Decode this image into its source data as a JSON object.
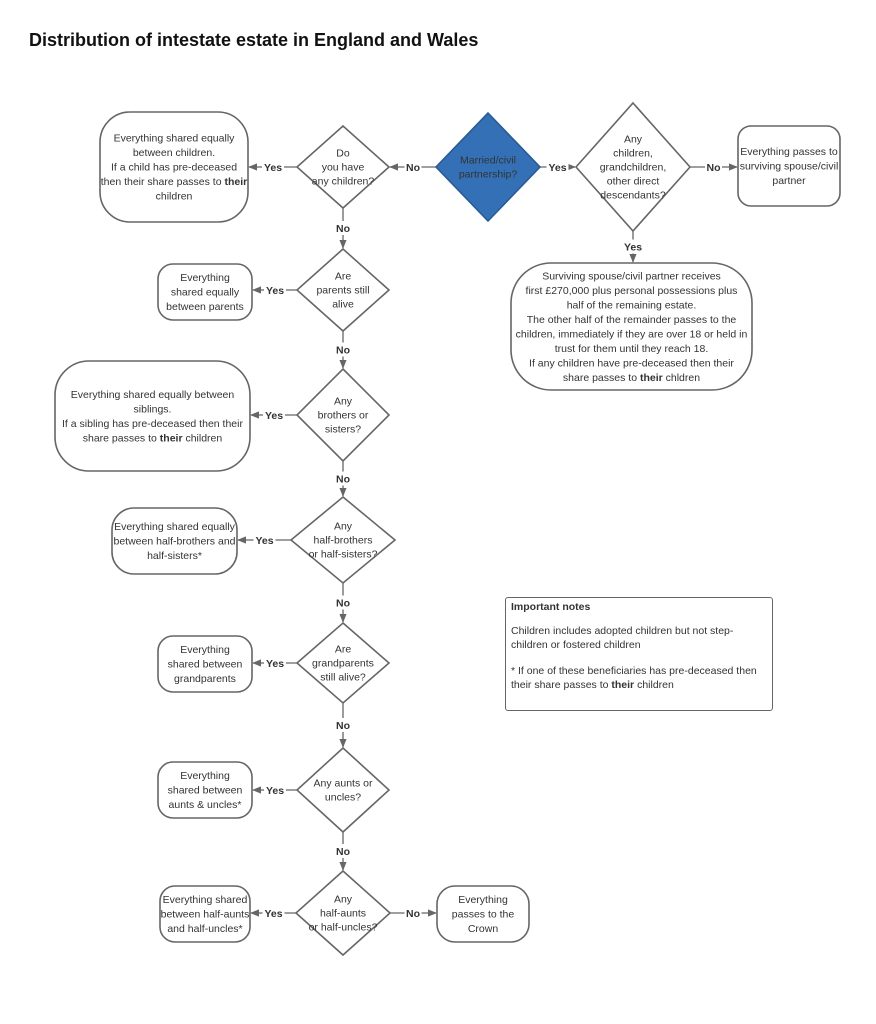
{
  "title": "Distribution of intestate estate in England and Wales",
  "colors": {
    "start_fill": "#3470b5",
    "line": "#666666"
  },
  "start": {
    "lines": [
      "Married/civil",
      "partnership?"
    ]
  },
  "questions": [
    {
      "id": "children",
      "lines": [
        "Do",
        "you have",
        "any children?"
      ]
    },
    {
      "id": "parents",
      "lines": [
        "Are",
        "parents still",
        "alive"
      ]
    },
    {
      "id": "siblings",
      "lines": [
        "Any",
        "brothers or",
        "sisters?"
      ]
    },
    {
      "id": "half-siblings",
      "lines": [
        "Any",
        "half-brothers",
        "or half-sisters?"
      ]
    },
    {
      "id": "grandparents",
      "lines": [
        "Are",
        "grandparents",
        "still alive?"
      ]
    },
    {
      "id": "aunts-uncles",
      "lines": [
        "Any aunts or",
        "uncles?"
      ]
    },
    {
      "id": "half-aunts",
      "lines": [
        "Any",
        "half-aunts",
        "or half-uncles?"
      ]
    },
    {
      "id": "descendants",
      "lines": [
        "Any",
        "children,",
        "grandchildren,",
        "other direct",
        "descendants?"
      ]
    }
  ],
  "outcomes": [
    {
      "id": "children",
      "lines": [
        "Everything shared equally",
        "between children.",
        "If a child has pre-deceased",
        "then their share passes to |their|",
        "children"
      ]
    },
    {
      "id": "parents",
      "lines": [
        "Everything",
        "shared equally",
        "between parents"
      ]
    },
    {
      "id": "siblings",
      "lines": [
        "Everything shared equally between",
        "siblings.",
        "If a sibling has pre-deceased then their",
        "share passes to |their| children"
      ]
    },
    {
      "id": "half-siblings",
      "lines": [
        "Everything shared equally",
        "between half-brothers and",
        "half-sisters*"
      ]
    },
    {
      "id": "grandparents",
      "lines": [
        "Everything",
        "shared between",
        "grandparents"
      ]
    },
    {
      "id": "aunts-uncles",
      "lines": [
        "Everything",
        "shared between",
        "aunts & uncles*"
      ]
    },
    {
      "id": "half-aunts",
      "lines": [
        "Everything shared",
        "between half-aunts",
        "and half-uncles*"
      ]
    },
    {
      "id": "crown",
      "lines": [
        "Everything",
        "passes to the",
        "Crown"
      ]
    },
    {
      "id": "spouse-all",
      "lines": [
        "Everything passes to",
        "surviving spouse/civil",
        "partner"
      ]
    },
    {
      "id": "spouse-share",
      "lines": [
        "Surviving spouse/civil partner receives",
        "first £270,000 plus personal possessions plus",
        "half of the remaining estate.",
        "The other half of the remainder passes to the",
        "children, immediately if they are over 18 or held in",
        "trust for them until they reach 18.",
        "If any children have pre-deceased then their",
        "share passes to |their| chldren"
      ]
    }
  ],
  "edge_labels": {
    "yes": "Yes",
    "no": "No"
  },
  "notes": {
    "title": "Important notes",
    "p1": "Children includes adopted children but not step-children or fostered children",
    "p2_pre": "* If one of these beneficiaries has pre-deceased then their share passes to ",
    "p2_bold": "their",
    "p2_post": " children"
  }
}
